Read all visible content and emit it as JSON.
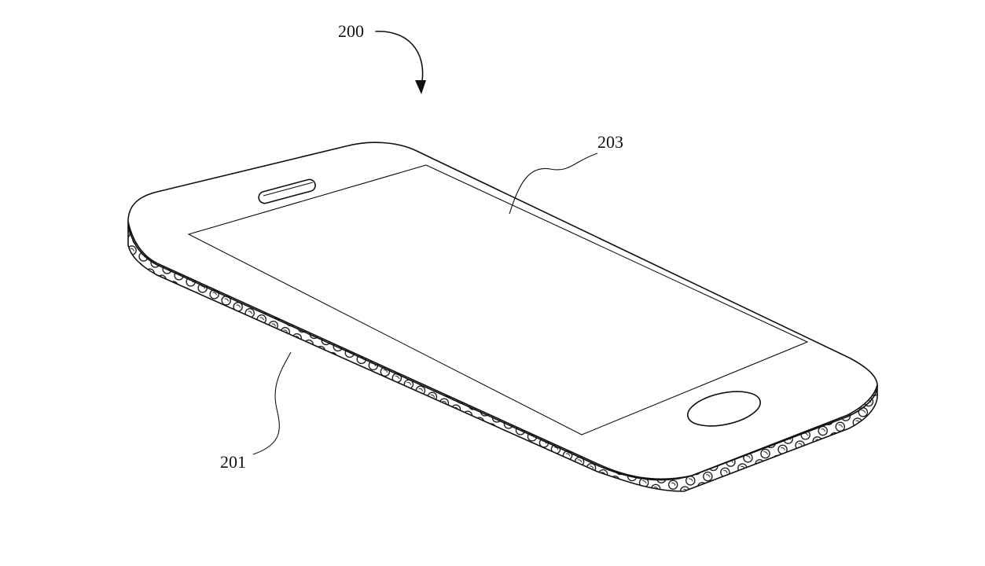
{
  "labels": {
    "device": "200",
    "housing": "201",
    "display": "203"
  },
  "colors": {
    "line": "#111111",
    "background": "#ffffff"
  }
}
